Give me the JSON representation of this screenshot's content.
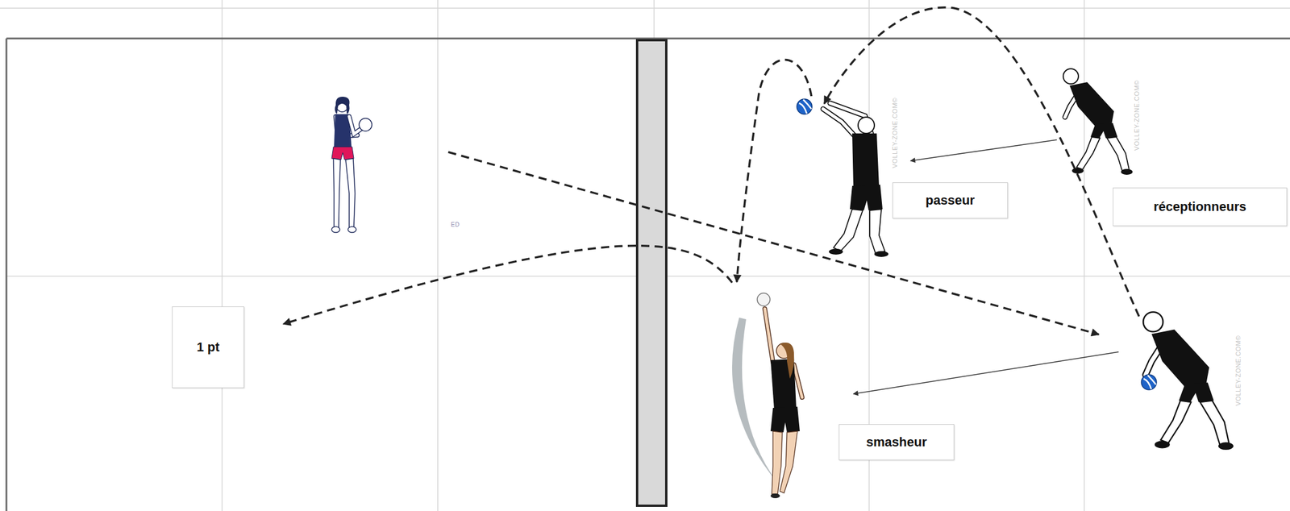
{
  "diagram": {
    "nodes": [
      {
        "text": [
          "passeur"
        ]
      },
      {
        "text": [
          "réceptionneurs"
        ]
      },
      {
        "text": [
          "1 pt"
        ]
      },
      {
        "text": [
          "smasheur"
        ]
      }
    ],
    "labels": [
      "VOLLEY-ZONE.COM©",
      "VOLLEY-ZONE.COM©",
      "ED",
      "VOLLEY-ZONE.COM©"
    ]
  }
}
